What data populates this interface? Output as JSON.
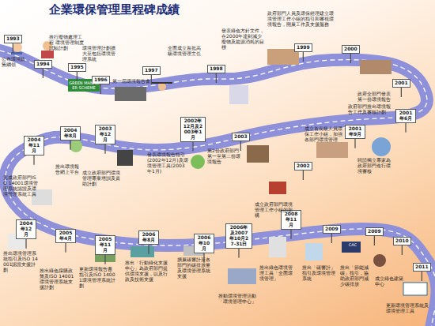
{
  "diagram": {
    "title": "企業環保管理里程碑成績",
    "nodes": [
      {
        "text": [
          "1993"
        ]
      },
      {
        "text": [
          "1994"
        ]
      },
      {
        "text": [
          "1995"
        ]
      },
      {
        "text": [
          "1996"
        ]
      },
      {
        "text": [
          "1997"
        ]
      },
      {
        "text": [
          "1998"
        ]
      },
      {
        "text": [
          "1999"
        ]
      },
      {
        "text": [
          "2000"
        ]
      },
      {
        "text": [
          "2001"
        ]
      },
      {
        "text": [
          "2001年6月"
        ]
      },
      {
        "text": [
          "2001年9月"
        ]
      },
      {
        "text": [
          "2002"
        ]
      },
      {
        "text": [
          "2003"
        ]
      },
      {
        "text": [
          "2002年12月及2003年1月"
        ]
      },
      {
        "text": [
          "2003年12月"
        ]
      },
      {
        "text": [
          "2004年8月"
        ]
      },
      {
        "text": [
          "2004年11月"
        ]
      },
      {
        "text": [
          "2004年12月"
        ]
      },
      {
        "text": [
          "2005年4月"
        ]
      },
      {
        "text": [
          "2005年11月"
        ]
      },
      {
        "text": [
          "2006年8月"
        ]
      },
      {
        "text": [
          "2006年10月"
        ]
      },
      {
        "text": [
          "2006年及2007年10月27-31日"
        ]
      },
      {
        "text": [
          "2008年11月"
        ]
      },
      {
        "text": [
          "2009"
        ]
      },
      {
        "text": [
          "2009"
        ]
      },
      {
        "text": [
          "2010"
        ]
      },
      {
        "text": [
          "2011"
        ]
      }
    ],
    "labels": [
      "公布環境政策綱領",
      "推行廢物處理工程 環境管理制度試驗計劃",
      "環境管理計劃擴大至包括環境管理系統",
      "GREEN MANAGER SCHEME",
      "第一屆環境報告會",
      "全面成立首批高級環境管理主任",
      "發表綠色方針文件，在2000年達到減少廢物及能源消耗的目標",
      "政府部門人員及環保經理建立環境管理工作小組的指引和審視環境報告，開展工作及支援服務",
      "政府全部門發表第一份環境報告",
      "政府部門推出環境報告工作及審核計劃",
      "成立首長級人員環保工作小組，加強各部門環境管理",
      "聘請獨立專家為政府部門進行環境審核",
      "成立政府部門環境管理工作小組的架構",
      "第2份政府部門第一至第二份環境報告",
      "發表環境報告指引(2002年12月)及環境管理工具(2003年1月)",
      "成立政府部門環境管理專業培訓及資助計劃",
      "推出環境報告網上平台",
      "完成政府部門ISO 14001環境管理系統認證及環境管理系統工具",
      "推出環境管理系統指引及ISO 14001認證支援計劃",
      "推出綠色採購政策及ISO 14001環境管理系統支援計劃",
      "更新環境報告書指引及ISO 14001環境管理系統計劃",
      "推出「行動綠化支援中心」為政府部門提供環境支援，以及行政及技術支援",
      "擴展碳審計至各部門的碳排放量及環境管理系統支援",
      "推動環境管理活動「環境管理中心」",
      "推出綠色環境管理工具「全面環境管理」",
      "CAC",
      "推出「碳審計」指引及環境管理系統",
      "推出「節能減碳」指引，協助政府部門減少碳排放",
      "成立綠色建築中心",
      "更新環境管理系統及環境管理工具"
    ]
  }
}
